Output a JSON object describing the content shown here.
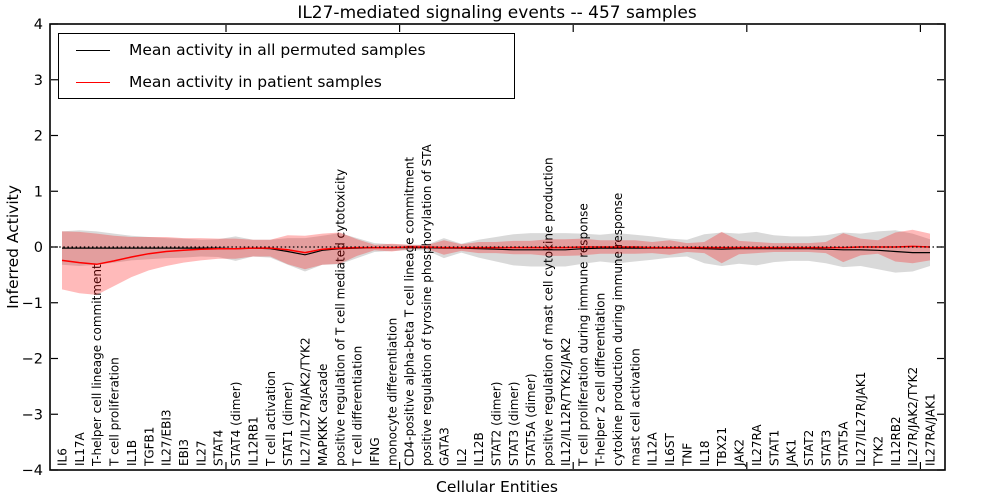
{
  "figure": {
    "background": "#ffffff",
    "frame_color": "#000000"
  },
  "chart_data": {
    "type": "line",
    "title": "IL27-mediated signaling events -- 457 samples",
    "xlabel": "Cellular Entities",
    "ylabel": "Inferred Activity",
    "ylim": [
      -4,
      4
    ],
    "yticks": [
      4,
      3,
      2,
      1,
      0,
      -1,
      -2,
      -3,
      -4
    ],
    "x_major_tick_indices": [
      10,
      20,
      30,
      40,
      50
    ],
    "grid": false,
    "legend_position": "upper-left",
    "reference_line": {
      "y": 0,
      "style": "dotted",
      "color": "#000000"
    },
    "categories": [
      "IL6",
      "IL17A",
      "T-helper cell lineage commitment",
      "T cell proliferation",
      "IL1B",
      "TGFB1",
      "IL27/EBI3",
      "EBI3",
      "IL27",
      "STAT4",
      "STAT4 (dimer)",
      "IL12RB1",
      "T cell activation",
      "STAT1 (dimer)",
      "IL27/IL27R/JAK2/TYK2",
      "MAPKKK cascade",
      "positive regulation of T cell mediated cytotoxicity",
      "T cell differentiation",
      "IFNG",
      "monocyte differentiation",
      "CD4-positive alpha-beta T cell lineage commitment",
      "positive regulation of tyrosine phosphorylation of STA",
      "GATA3",
      "IL2",
      "IL12B",
      "STAT2 (dimer)",
      "STAT3 (dimer)",
      "STAT5A (dimer)",
      "positive regulation of mast cell cytokine production",
      "IL12/IL12R/TYK2/JAK2",
      "T cell proliferation during immune response",
      "T-helper 2 cell differentiation",
      "cytokine production during immune response",
      "mast cell activation",
      "IL12A",
      "IL6ST",
      "TNF",
      "IL18",
      "TBX21",
      "JAK2",
      "IL27RA",
      "STAT1",
      "JAK1",
      "STAT2",
      "STAT3",
      "STAT5A",
      "IL27/IL27R/JAK1",
      "TYK2",
      "IL12RB2",
      "IL27R/JAK2/TYK2",
      "IL27RA/JAK1"
    ],
    "series": [
      {
        "name": "Mean activity in all permuted samples",
        "color": "#000000",
        "band_fill": "rgba(0,0,0,0.15)",
        "mean": [
          -0.02,
          -0.02,
          -0.02,
          -0.02,
          -0.02,
          -0.02,
          -0.02,
          -0.02,
          -0.02,
          -0.02,
          -0.03,
          -0.02,
          -0.03,
          -0.08,
          -0.14,
          -0.06,
          -0.03,
          -0.02,
          -0.01,
          -0.01,
          -0.01,
          -0.01,
          -0.02,
          -0.02,
          -0.03,
          -0.04,
          -0.05,
          -0.05,
          -0.05,
          -0.05,
          -0.03,
          -0.02,
          -0.02,
          -0.02,
          -0.02,
          -0.02,
          -0.02,
          -0.03,
          -0.04,
          -0.03,
          -0.03,
          -0.03,
          -0.03,
          -0.03,
          -0.04,
          -0.05,
          -0.05,
          -0.06,
          -0.08,
          -0.1,
          -0.1
        ],
        "sigma": [
          0.3,
          0.32,
          0.3,
          0.26,
          0.22,
          0.2,
          0.18,
          0.17,
          0.15,
          0.16,
          0.22,
          0.15,
          0.16,
          0.24,
          0.3,
          0.26,
          0.28,
          0.18,
          0.08,
          0.06,
          0.05,
          0.05,
          0.18,
          0.08,
          0.16,
          0.22,
          0.28,
          0.3,
          0.3,
          0.3,
          0.27,
          0.24,
          0.27,
          0.24,
          0.21,
          0.17,
          0.15,
          0.26,
          0.3,
          0.27,
          0.3,
          0.24,
          0.22,
          0.22,
          0.25,
          0.31,
          0.29,
          0.34,
          0.38,
          0.34,
          0.24
        ]
      },
      {
        "name": "Mean activity in patient samples",
        "color": "#ff0000",
        "band_fill": "rgba(255,0,0,0.27)",
        "mean": [
          -0.24,
          -0.28,
          -0.31,
          -0.25,
          -0.18,
          -0.12,
          -0.08,
          -0.06,
          -0.04,
          -0.03,
          -0.03,
          -0.02,
          -0.02,
          -0.05,
          -0.1,
          -0.04,
          -0.02,
          -0.01,
          -0.01,
          -0.01,
          0.0,
          0.0,
          -0.01,
          -0.01,
          -0.01,
          -0.01,
          -0.01,
          -0.01,
          -0.01,
          -0.01,
          0.0,
          0.0,
          0.0,
          0.0,
          -0.01,
          -0.01,
          -0.01,
          -0.01,
          -0.01,
          -0.01,
          -0.01,
          -0.01,
          -0.01,
          -0.01,
          -0.01,
          -0.01,
          0.0,
          0.0,
          0.0,
          0.01,
          0.0
        ],
        "sigma": [
          0.52,
          0.55,
          0.55,
          0.45,
          0.36,
          0.3,
          0.26,
          0.22,
          0.2,
          0.18,
          0.18,
          0.15,
          0.15,
          0.26,
          0.3,
          0.28,
          0.28,
          0.15,
          0.05,
          0.07,
          0.04,
          0.03,
          0.13,
          0.06,
          0.1,
          0.1,
          0.12,
          0.12,
          0.15,
          0.15,
          0.15,
          0.12,
          0.12,
          0.12,
          0.1,
          0.13,
          0.08,
          0.1,
          0.28,
          0.12,
          0.1,
          0.08,
          0.08,
          0.08,
          0.1,
          0.26,
          0.15,
          0.12,
          0.26,
          0.3,
          0.24
        ]
      }
    ]
  }
}
